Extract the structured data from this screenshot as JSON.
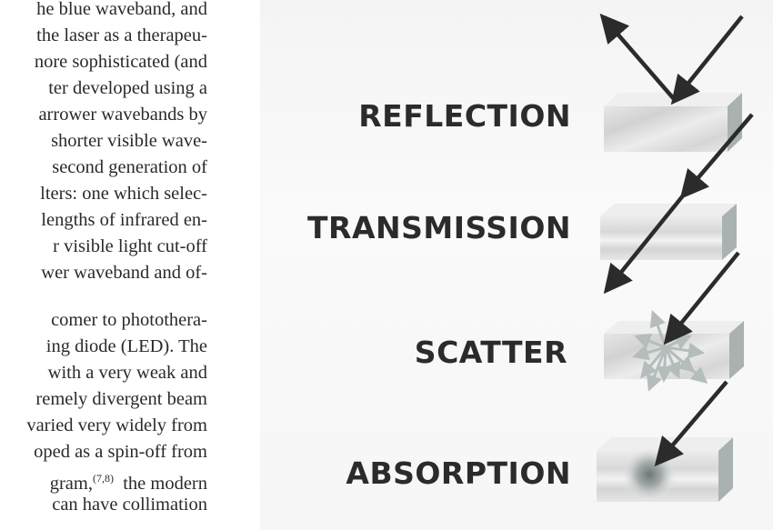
{
  "body_text": {
    "lines": [
      "he blue waveband, and",
      "the laser as a therapeu-",
      "nore sophisticated (and",
      "ter developed using a",
      "arrower wavebands by",
      "shorter visible wave-",
      "second generation of",
      "lters: one which selec-",
      "lengths of infrared en-",
      "r visible light cut-off",
      "wer waveband and of-",
      "comer to photothera-",
      "ing diode (LED). The",
      "with a very weak and",
      "remely divergent beam",
      "varied very widely from",
      "oped as a spin-off from",
      "gram,",
      "the modern",
      "can have collimation"
    ],
    "citation_superscript": "(7,8)"
  },
  "figure": {
    "labels": {
      "reflection": "REFLECTION",
      "transmission": "TRANSMISSION",
      "scatter": "SCATTER",
      "absorption": "ABSORPTION"
    },
    "colors": {
      "arrow": "#2b2b2b",
      "scatter_arrows": "#b5bcbc",
      "block_face": "#dcdcdc",
      "block_top": "#eeeeee",
      "block_side": "#a9b0b0"
    }
  }
}
